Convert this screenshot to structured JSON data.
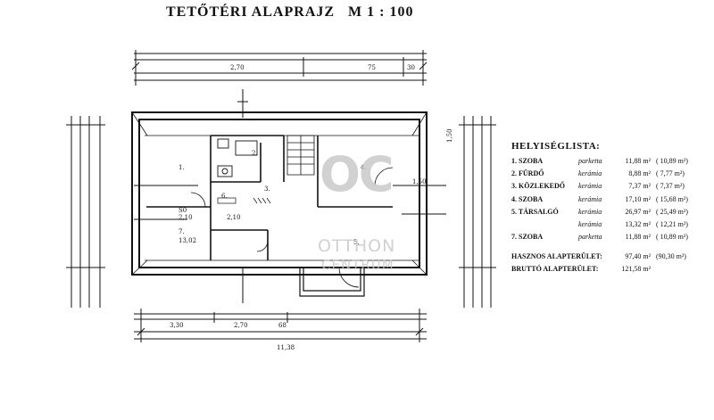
{
  "title": "TETŐTÉRI ALAPRAJZ",
  "scale": "M 1 : 100",
  "dims_top": [
    "2,70",
    "75",
    "30"
  ],
  "dims_bottom": [
    "3,30",
    "2,70",
    "68",
    "11,38"
  ],
  "dims_side": [
    "1,50"
  ],
  "room_numbers": [
    "1.",
    "2.",
    "3.",
    "4.",
    "5.",
    "6.",
    "7."
  ],
  "plan_notes": {
    "stair_a": "S0",
    "stair_b": "2,10",
    "room7_note": "2,10",
    "room7_area": "13,02",
    "right_small": "1,50"
  },
  "legend": {
    "title": "HELYISÉGLISTA:",
    "rooms": [
      {
        "name": "1. SZOBA",
        "floor": "parketta",
        "area": "11,88 m²",
        "net": "( 10,89 m²)"
      },
      {
        "name": "2. FÜRDŐ",
        "floor": "kerámia",
        "area": "8,88 m²",
        "net": "( 7,77 m²)"
      },
      {
        "name": "3. KÖZLEKEDŐ",
        "floor": "kerámia",
        "area": "7,37 m²",
        "net": "( 7,37 m²)"
      },
      {
        "name": "4. SZOBA",
        "floor": "kerámia",
        "area": "17,10 m²",
        "net": "( 15,68 m²)"
      },
      {
        "name": "5. TÁRSALGÓ",
        "floor": "kerámia",
        "area": "26,97 m²",
        "net": "( 25,49 m²)"
      },
      {
        "name": "",
        "floor": "kerámia",
        "area": "13,32 m²",
        "net": "( 12,21 m²)"
      },
      {
        "name": "7. SZOBA",
        "floor": "parketta",
        "area": "11,88 m²",
        "net": "( 10,89 m²)"
      }
    ],
    "useful_label": "HASZNOS ALAPTERÜLET:",
    "useful_area": "97,40 m²",
    "useful_net": "(90,30 m²)",
    "gross_label": "BRUTTÓ ALAPTERÜLET:",
    "gross_area": "121,58 m²"
  },
  "watermark": {
    "monogram": "OC",
    "line1": "OTTHON",
    "line2": "CENTRUM"
  }
}
